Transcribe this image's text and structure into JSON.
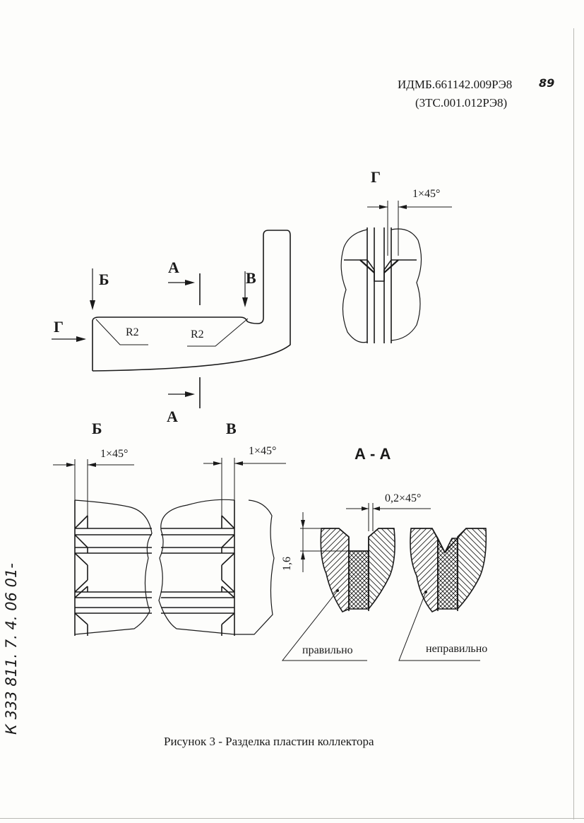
{
  "header": {
    "doc_code": "ИДМБ.661142.009РЭ8",
    "page_number": "89",
    "doc_code_alt": "(3ТС.001.012РЭ8)"
  },
  "figure": {
    "labels": {
      "view_g_title": "Г",
      "view_g_chamfer": "1×45°",
      "arrow_b": "Б",
      "arrow_a_top": "А",
      "arrow_v": "В",
      "arrow_g": "Г",
      "radius_left": "R2",
      "radius_right": "R2",
      "arrow_a_bottom": "А",
      "view_b_title": "Б",
      "view_v_title": "В",
      "view_b_chamfer": "1×45°",
      "view_v_chamfer": "1×45°",
      "section_title": "А - А",
      "section_chamfer": "0,2×45°",
      "section_depth": "1,6",
      "correct": "правильно",
      "incorrect": "неправильно"
    },
    "caption": "Рисунок 3 - Разделка пластин коллектора"
  },
  "margin_note": "К 333 811. 7. 4. 06 01-"
}
